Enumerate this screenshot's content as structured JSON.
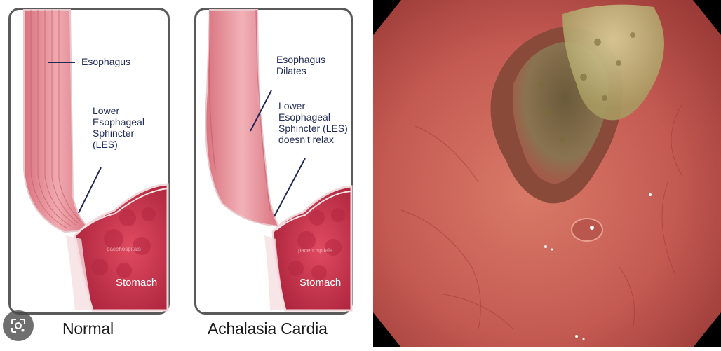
{
  "normal": {
    "labels": {
      "esophagus": "Esophagus",
      "les": "Lower\nEsophageal\nSphincter\n(LES)",
      "stomach": "Stomach"
    },
    "watermark": "pacehospitals",
    "caption": "Normal"
  },
  "achalasia": {
    "labels": {
      "dilates": "Esophagus\nDilates",
      "les": "Lower\nEsophageal\nSphincter (LES)\ndoesn't relax",
      "stomach": "Stomach"
    },
    "watermark": "pacehospitals",
    "caption": "Achalasia Cardia"
  },
  "overlay": {
    "icon": "google-lens-icon"
  },
  "colors": {
    "frame": "#5a5a5a",
    "tissue": "#e8919a",
    "stomach": "#c9324a",
    "label": "#1f2a55",
    "endoscopy_mucosa": "#c8645a"
  }
}
